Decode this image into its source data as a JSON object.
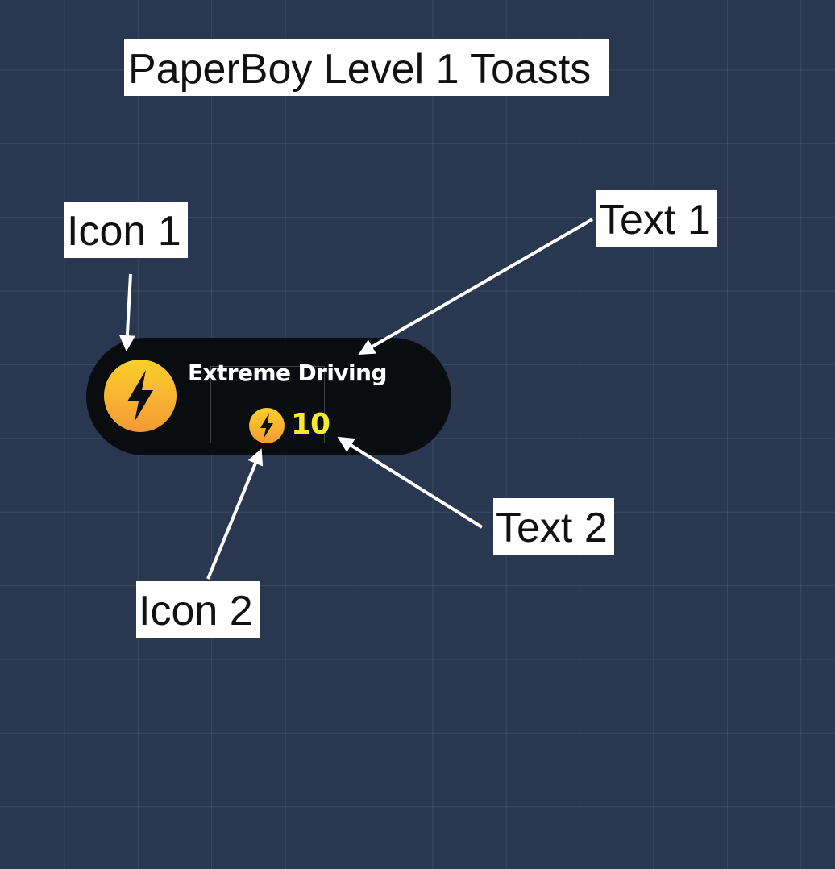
{
  "page_title": "PaperBoy Level 1 Toasts",
  "annotations": {
    "icon1": "Icon 1",
    "text1": "Text 1",
    "text2": "Text 2",
    "icon2": "Icon 2"
  },
  "toast": {
    "title": "Extreme Driving",
    "value": "10",
    "icon_main": "lightning-bolt-icon",
    "icon_small": "lightning-bolt-icon"
  },
  "colors": {
    "background": "#293850",
    "toast_background": "#0a0d10",
    "icon_gradient_top": "#fcd02a",
    "icon_gradient_bottom": "#f39a37",
    "value_text": "#f4ea2e",
    "title_text": "#ffffff",
    "arrow": "#ffffff"
  }
}
